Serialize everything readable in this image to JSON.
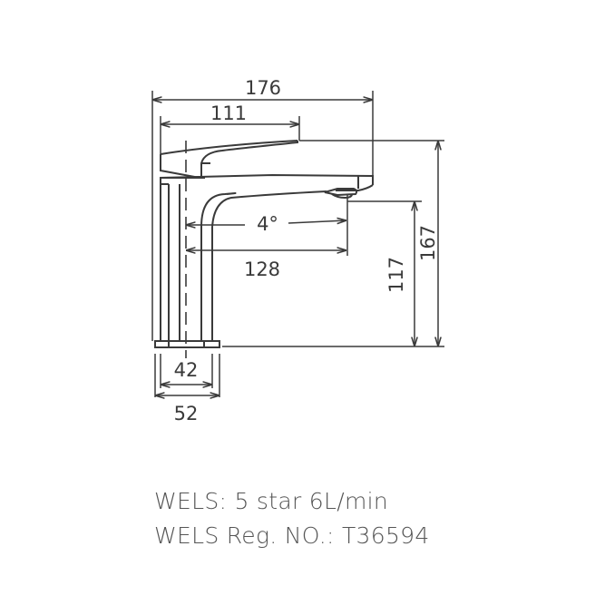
{
  "drawing": {
    "subject": "basin mixer tap side elevation",
    "line_color": "#3a3a3a",
    "dimensions": {
      "overall_length": "176",
      "handle_length": "111",
      "spout_angle": "4°",
      "spout_reach": "128",
      "overall_height": "167",
      "spout_height": "117",
      "base_inner": "42",
      "base_outer": "52"
    }
  },
  "specs": {
    "wels_rating": "WELS: 5 star 6L/min",
    "wels_reg": "WELS Reg. NO.: T36594"
  }
}
